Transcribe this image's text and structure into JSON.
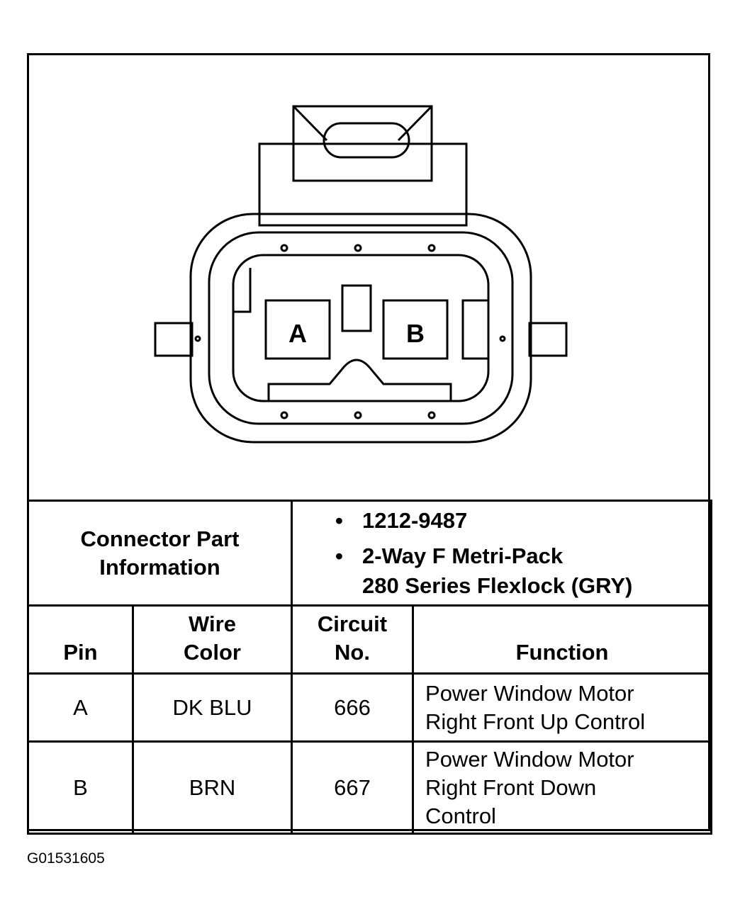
{
  "connector": {
    "pin_labels": [
      "A",
      "B"
    ]
  },
  "part_info": {
    "label_line1": "Connector Part",
    "label_line2": "Information",
    "bullet": "•",
    "part_number": "1212-9487",
    "description_line1": "2-Way F Metri-Pack",
    "description_line2": "280 Series Flexlock (GRY)"
  },
  "table": {
    "headers": {
      "pin": "Pin",
      "wire_color_line1": "Wire",
      "wire_color_line2": "Color",
      "circuit_line1": "Circuit",
      "circuit_line2": "No.",
      "function": "Function"
    },
    "rows": [
      {
        "pin": "A",
        "wire_color": "DK BLU",
        "circuit": "666",
        "function_lines": [
          "Power Window Motor",
          "Right Front Up Control",
          ""
        ]
      },
      {
        "pin": "B",
        "wire_color": "BRN",
        "circuit": "667",
        "function_lines": [
          "Power Window Motor",
          "Right Front Down",
          "Control"
        ]
      }
    ]
  },
  "reference_code": "G01531605"
}
